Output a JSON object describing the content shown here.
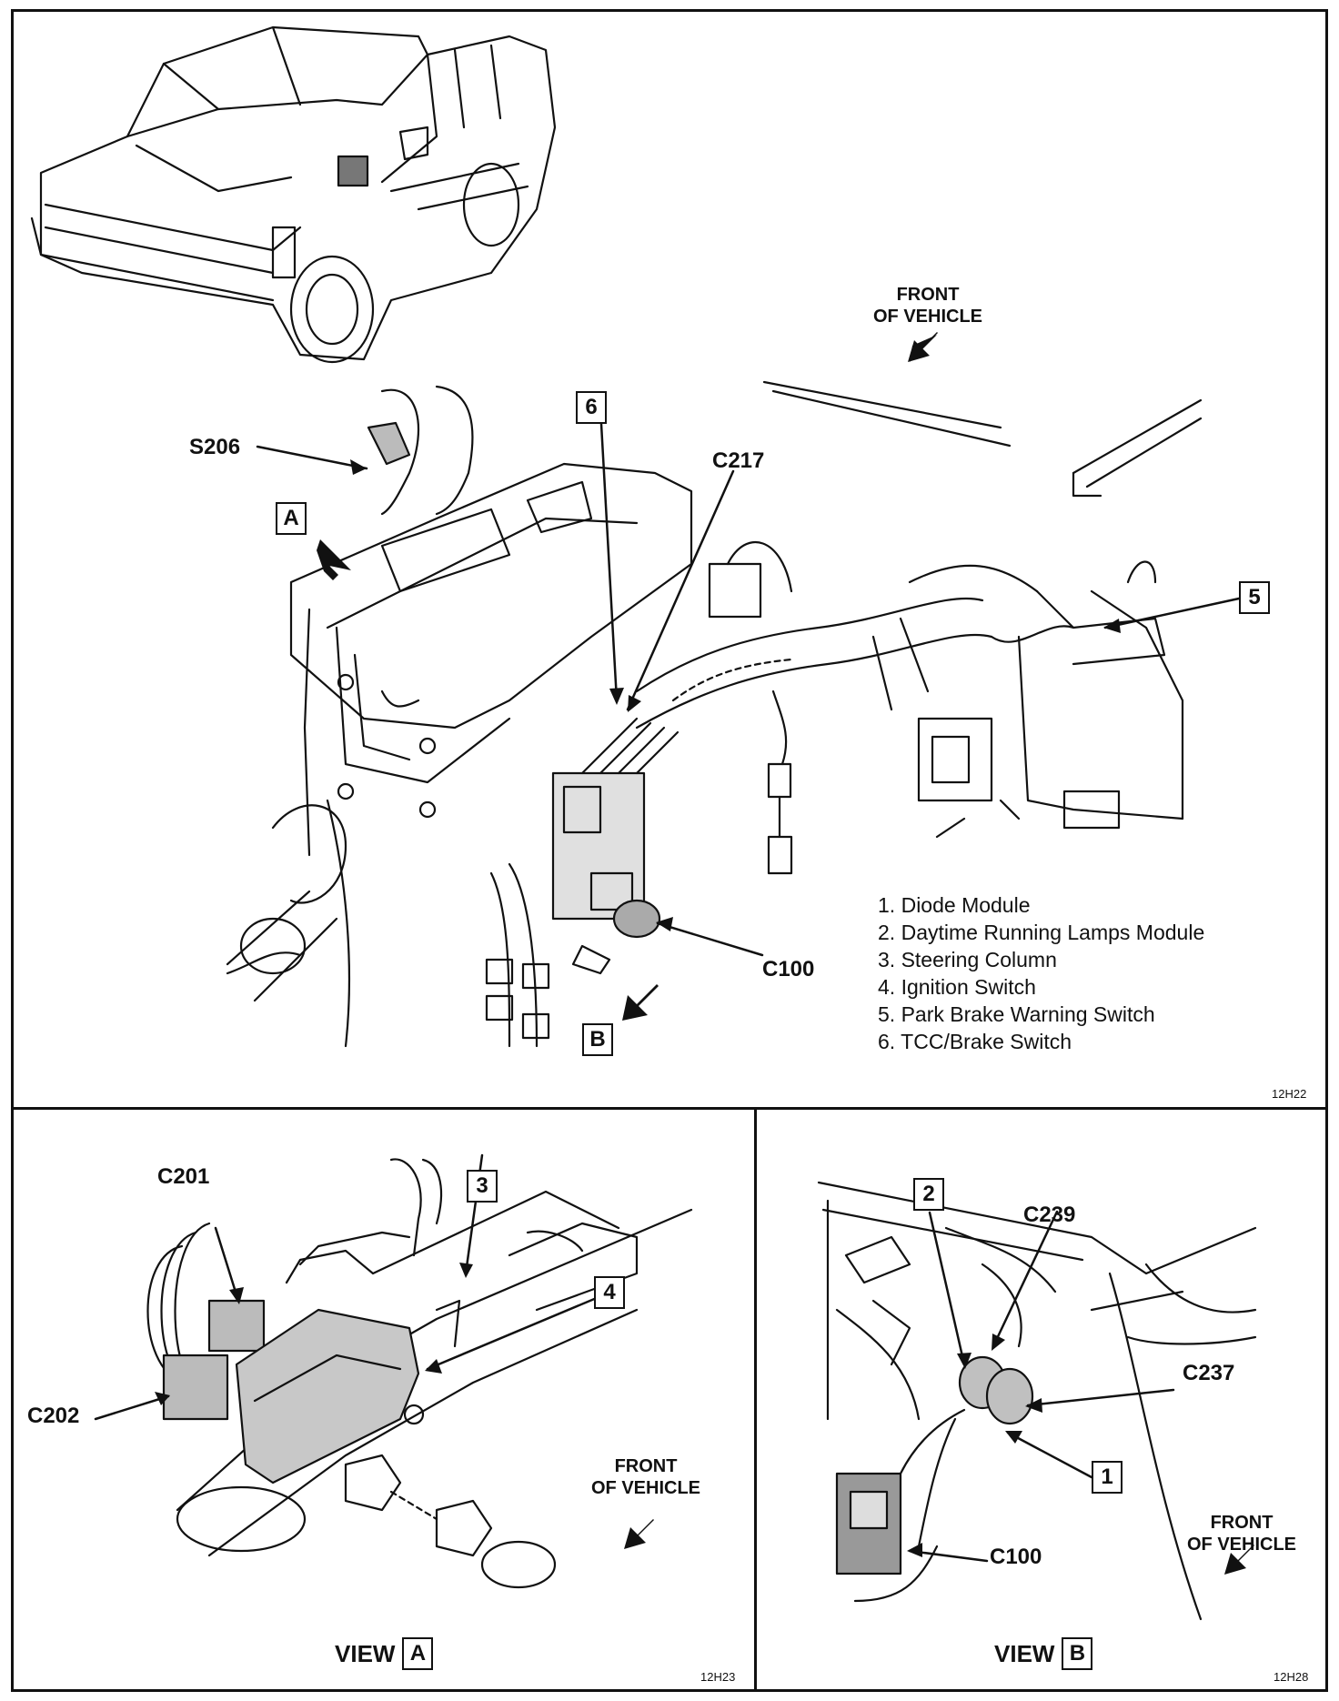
{
  "callouts": {
    "s206": "S206",
    "c217": "C217",
    "c100_main": "C100",
    "c201": "C201",
    "c202": "C202",
    "c239": "C239",
    "c237": "C237",
    "c100_b": "C100"
  },
  "boxes": {
    "a": "A",
    "b": "B",
    "n1": "1",
    "n2": "2",
    "n3": "3",
    "n4": "4",
    "n5": "5",
    "n6": "6"
  },
  "front_of_vehicle": {
    "line1": "FRONT",
    "line2": "OF VEHICLE"
  },
  "legend": [
    {
      "num": "1.",
      "text": "Diode Module"
    },
    {
      "num": "2.",
      "text": "Daytime Running Lamps Module"
    },
    {
      "num": "3.",
      "text": "Steering Column"
    },
    {
      "num": "4.",
      "text": "Ignition Switch"
    },
    {
      "num": "5.",
      "text": "Park Brake Warning Switch"
    },
    {
      "num": "6.",
      "text": "TCC/Brake Switch"
    }
  ],
  "views": {
    "view_word": "VIEW",
    "a": "A",
    "b": "B"
  },
  "figure_codes": {
    "main": "12H22",
    "view_a": "12H23",
    "view_b": "12H28"
  }
}
